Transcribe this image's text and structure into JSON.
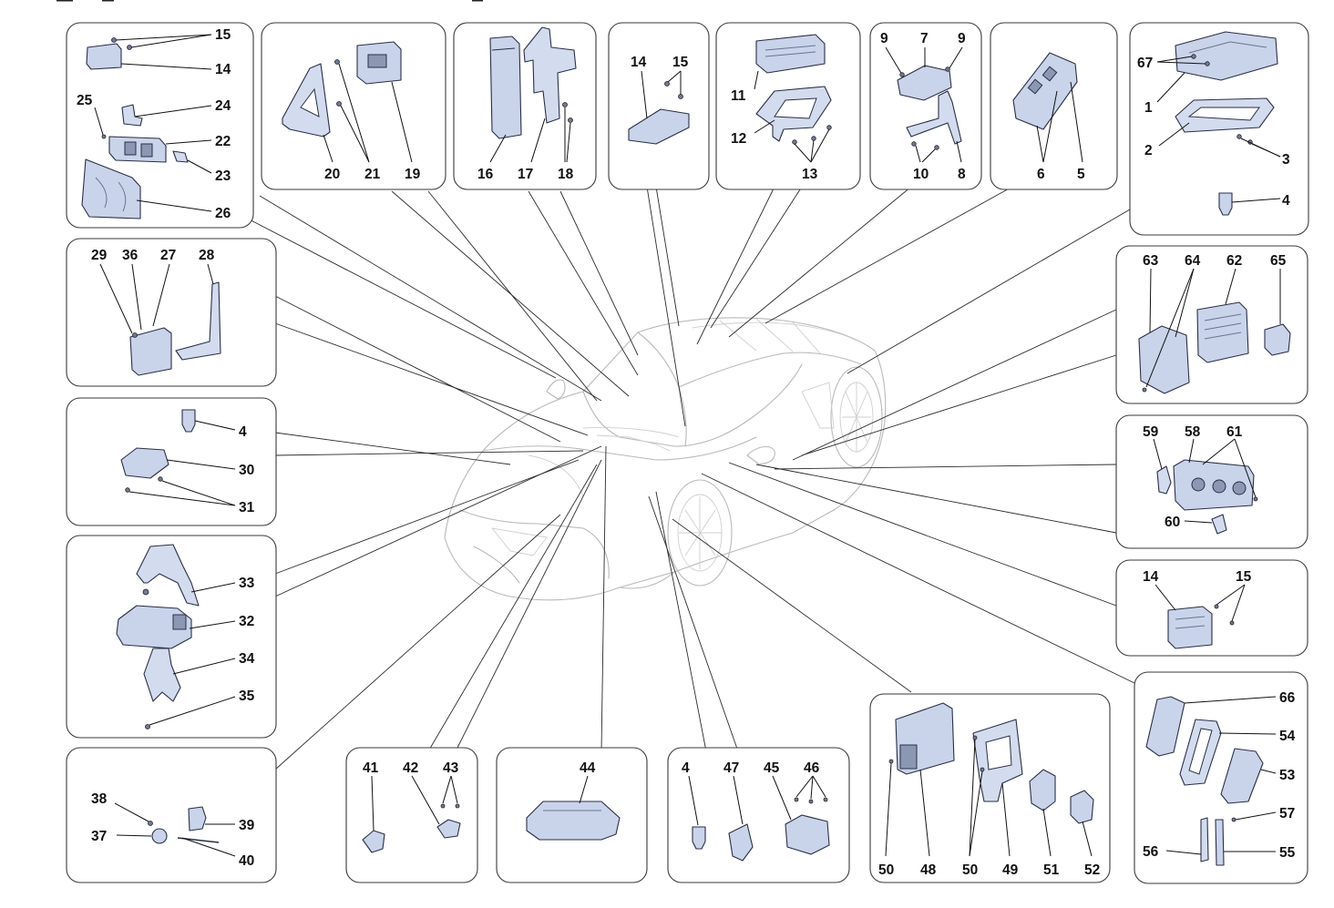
{
  "panels": [
    {
      "id": "p1",
      "labels": [
        "15",
        "14",
        "24",
        "25",
        "22",
        "23",
        "26"
      ]
    },
    {
      "id": "p2",
      "labels": [
        "20",
        "21",
        "19"
      ]
    },
    {
      "id": "p3",
      "labels": [
        "16",
        "17",
        "18"
      ]
    },
    {
      "id": "p4",
      "labels": [
        "14",
        "15"
      ]
    },
    {
      "id": "p5",
      "labels": [
        "11",
        "12",
        "13"
      ]
    },
    {
      "id": "p6",
      "labels": [
        "9",
        "7",
        "9",
        "10",
        "8"
      ]
    },
    {
      "id": "p7",
      "labels": [
        "6",
        "5"
      ]
    },
    {
      "id": "p8",
      "labels": [
        "67",
        "1",
        "2",
        "3",
        "4"
      ]
    },
    {
      "id": "p9",
      "labels": [
        "29",
        "36",
        "27",
        "28"
      ]
    },
    {
      "id": "p10",
      "labels": [
        "4",
        "30",
        "31"
      ]
    },
    {
      "id": "p11",
      "labels": [
        "33",
        "32",
        "34",
        "35"
      ]
    },
    {
      "id": "p12",
      "labels": [
        "38",
        "39",
        "37",
        "40"
      ]
    },
    {
      "id": "p13",
      "labels": [
        "41",
        "42",
        "43"
      ]
    },
    {
      "id": "p14",
      "labels": [
        "44"
      ]
    },
    {
      "id": "p15",
      "labels": [
        "4",
        "47",
        "45",
        "46"
      ]
    },
    {
      "id": "p16",
      "labels": [
        "50",
        "48",
        "50",
        "49",
        "51",
        "52"
      ]
    },
    {
      "id": "p17",
      "labels": [
        "63",
        "64",
        "62",
        "65"
      ]
    },
    {
      "id": "p18",
      "labels": [
        "59",
        "58",
        "61",
        "60"
      ]
    },
    {
      "id": "p19",
      "labels": [
        "14",
        "15"
      ]
    },
    {
      "id": "p20",
      "labels": [
        "66",
        "54",
        "53",
        "57",
        "56",
        "55"
      ]
    }
  ],
  "colors": {
    "part_fill": "#c9d4ea",
    "outline": "#2a2f45",
    "car_outline": "#b9b9b9",
    "panel_border": "#3a3a3a"
  }
}
